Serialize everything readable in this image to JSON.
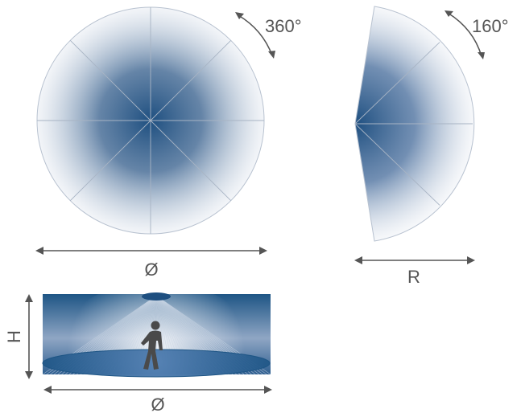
{
  "top_view": {
    "rotation_label": "360°",
    "diameter_label": "Ø"
  },
  "side_view": {
    "angle_label": "160°",
    "radius_label": "R"
  },
  "elevation_view": {
    "height_label": "H",
    "diameter_label": "Ø"
  },
  "colors": {
    "zone_dark": "#1e4f80",
    "zone_light": "#ffffff",
    "outline": "#b8c2d0",
    "arrow": "#555555"
  }
}
